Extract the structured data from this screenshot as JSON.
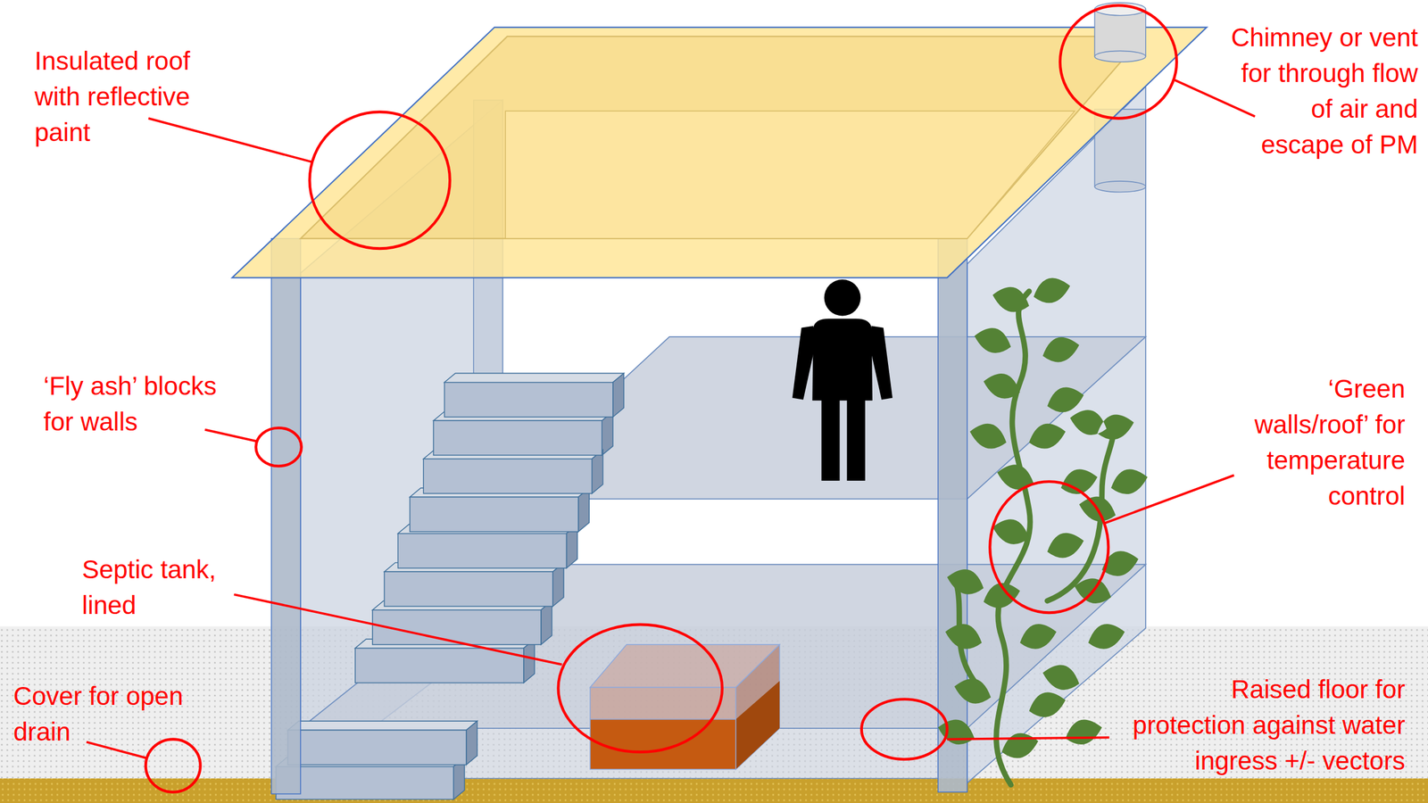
{
  "diagram": {
    "labels": [
      "Insulated roof with reflective paint",
      "Chimney or vent for through flow of air and escape of PM",
      "‘Fly ash’ blocks for walls",
      "‘Green walls/roof’ for temperature control",
      "Septic tank, lined",
      "Cover for open drain",
      "Raised floor for protection against water ingress +/- vectors"
    ]
  }
}
